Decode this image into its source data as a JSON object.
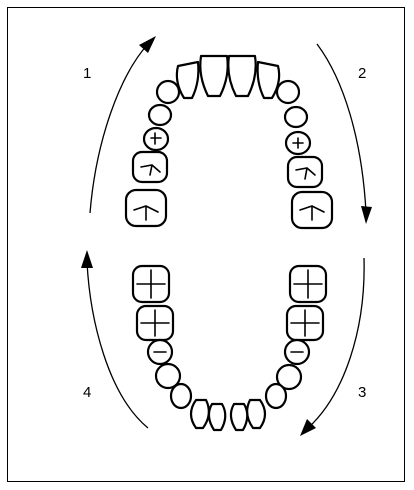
{
  "labels": {
    "quadrant_1": "1",
    "quadrant_2": "2",
    "quadrant_3": "3",
    "quadrant_4": "4"
  },
  "colors": {
    "stroke": "#000000",
    "background": "#ffffff"
  },
  "icons": {
    "arrow": "arrowhead"
  }
}
